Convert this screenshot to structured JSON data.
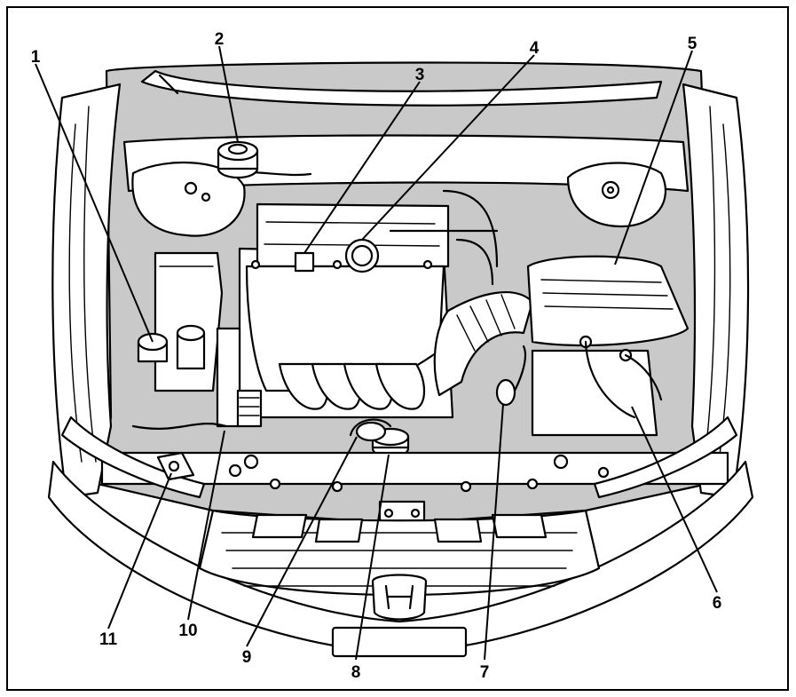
{
  "callouts": [
    {
      "id": 1,
      "text": "1"
    },
    {
      "id": 2,
      "text": "2"
    },
    {
      "id": 3,
      "text": "3"
    },
    {
      "id": 4,
      "text": "4"
    },
    {
      "id": 5,
      "text": "5"
    },
    {
      "id": 6,
      "text": "6"
    },
    {
      "id": 7,
      "text": "7"
    },
    {
      "id": 8,
      "text": "8"
    },
    {
      "id": 9,
      "text": "9"
    },
    {
      "id": 10,
      "text": "10"
    },
    {
      "id": 11,
      "text": "11"
    }
  ],
  "colors": {
    "engine_bay_fill": "#c9c9c9",
    "outline": "#000000",
    "frame": "#000000",
    "background": "#ffffff"
  }
}
